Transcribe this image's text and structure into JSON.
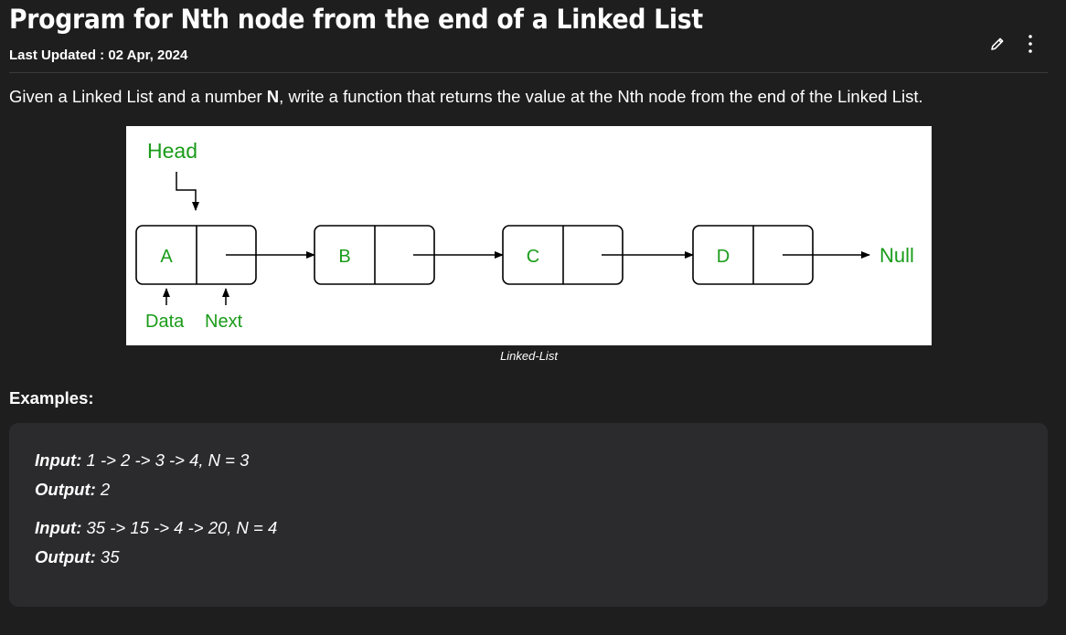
{
  "article": {
    "title": "Program for Nth node from the end of a Linked List",
    "last_updated": "Last Updated : 02 Apr, 2024",
    "intro_before": "Given a Linked List and a number ",
    "intro_bold": "N",
    "intro_after": ", write a function that returns the value at the Nth node from the end of the Linked List."
  },
  "actions": {
    "edit_icon": "pencil-icon",
    "more_icon": "vertical-dots-icon"
  },
  "diagram": {
    "head_label": "Head",
    "nodes": [
      "A",
      "B",
      "C",
      "D"
    ],
    "null_label": "Null",
    "data_label": "Data",
    "next_label": "Next",
    "accent_color": "#1a9c1a",
    "caption": "Linked-List"
  },
  "examples": {
    "heading": "Examples:",
    "items": [
      {
        "input_label": "Input:",
        "input_value": " 1 -> 2 -> 3 -> 4, N = 3",
        "output_label": "Output:",
        "output_value": " 2"
      },
      {
        "input_label": "Input:",
        "input_value": " 35 -> 15 -> 4 -> 20, N = 4",
        "output_label": "Output:",
        "output_value": " 35"
      }
    ]
  },
  "colors": {
    "background": "#1e1e1f",
    "example_box": "#2b2b2d",
    "text": "#ffffff"
  }
}
